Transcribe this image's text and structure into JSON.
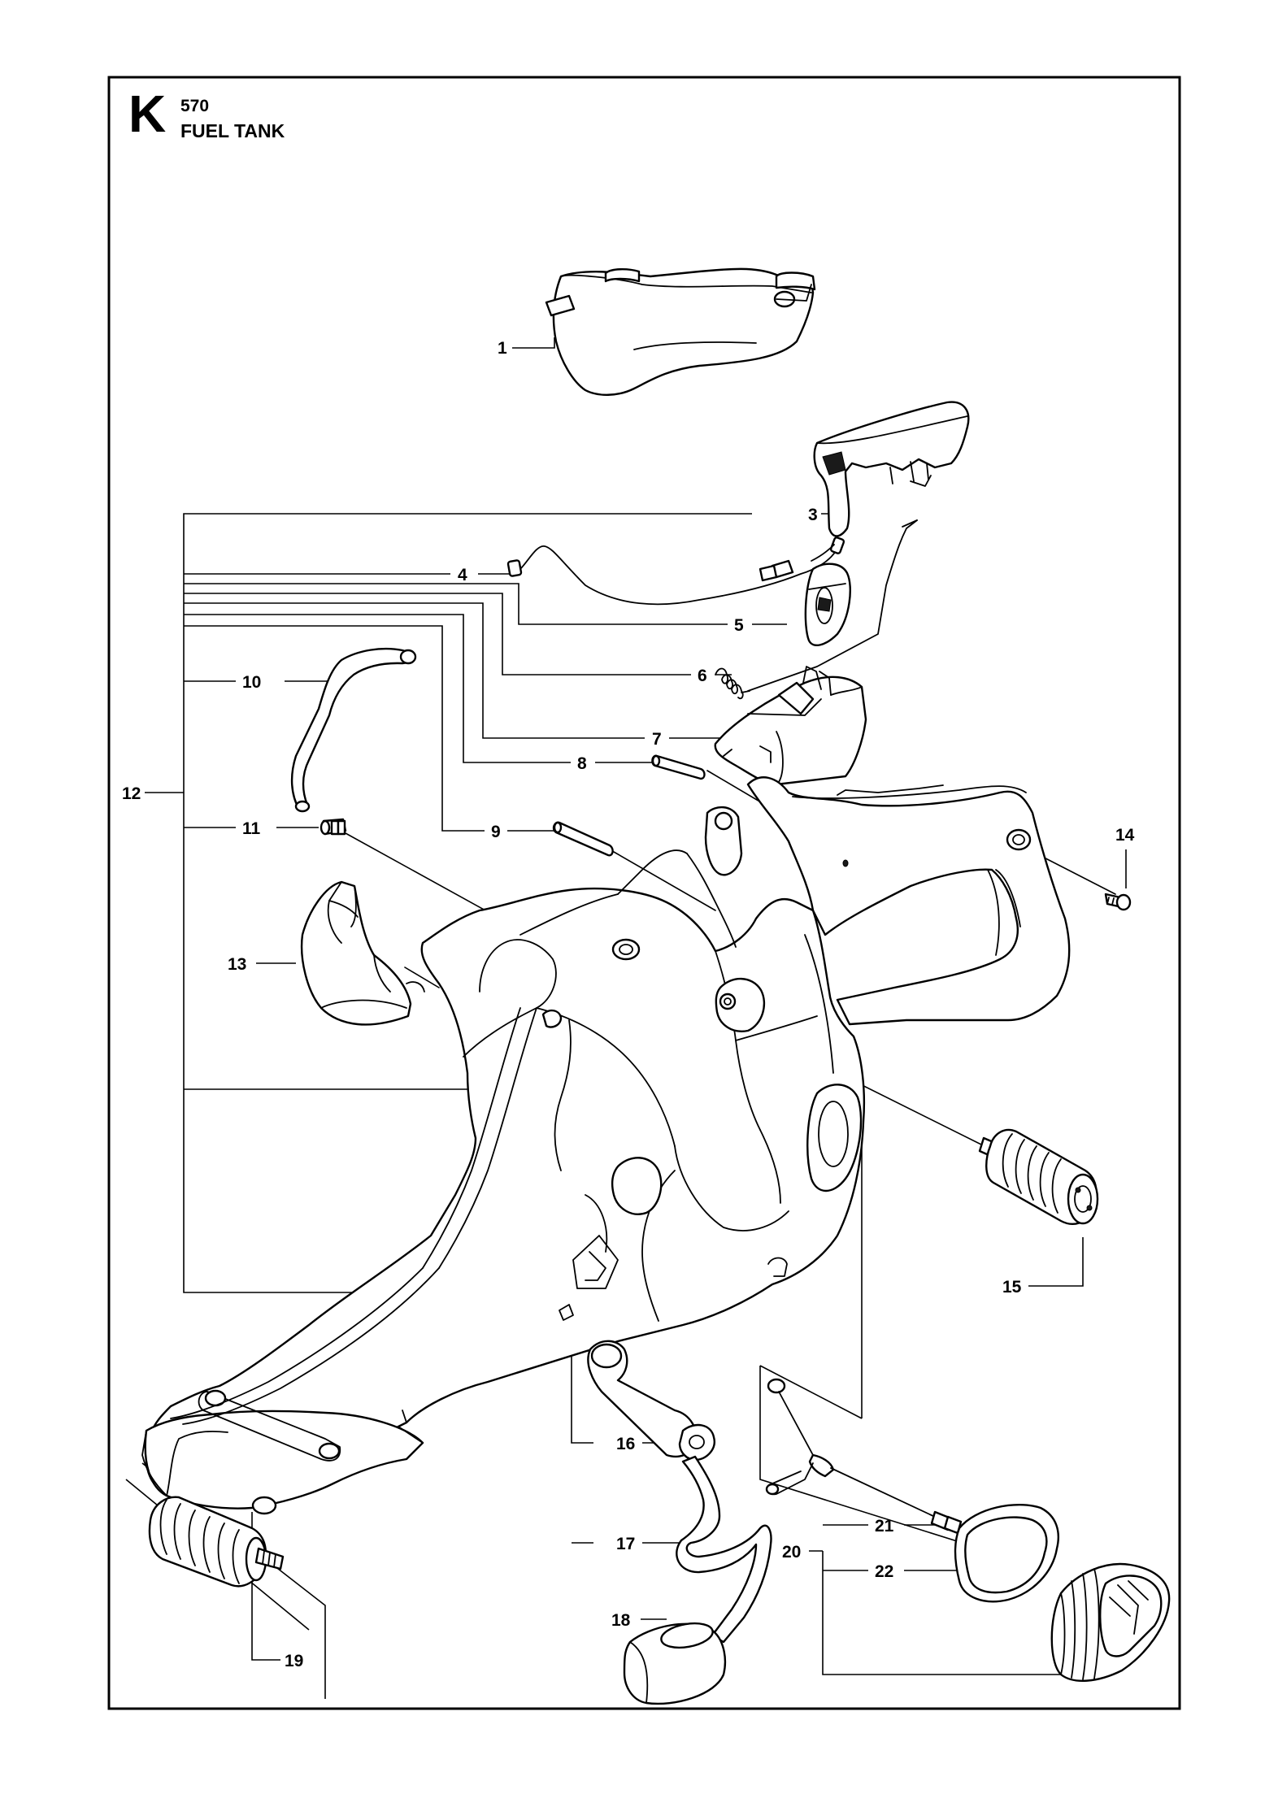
{
  "header": {
    "section_letter": "K",
    "model": "570",
    "title": "FUEL TANK"
  },
  "callouts": [
    {
      "id": "1",
      "label": "1"
    },
    {
      "id": "3",
      "label": "3"
    },
    {
      "id": "4",
      "label": "4"
    },
    {
      "id": "5",
      "label": "5"
    },
    {
      "id": "6",
      "label": "6"
    },
    {
      "id": "7",
      "label": "7"
    },
    {
      "id": "8",
      "label": "8"
    },
    {
      "id": "9",
      "label": "9"
    },
    {
      "id": "10",
      "label": "10"
    },
    {
      "id": "11",
      "label": "11"
    },
    {
      "id": "12",
      "label": "12"
    },
    {
      "id": "13",
      "label": "13"
    },
    {
      "id": "14",
      "label": "14"
    },
    {
      "id": "15",
      "label": "15"
    },
    {
      "id": "16",
      "label": "16"
    },
    {
      "id": "17",
      "label": "17"
    },
    {
      "id": "18",
      "label": "18"
    },
    {
      "id": "19",
      "label": "19"
    },
    {
      "id": "20",
      "label": "20"
    },
    {
      "id": "21",
      "label": "21"
    },
    {
      "id": "22",
      "label": "22"
    }
  ]
}
